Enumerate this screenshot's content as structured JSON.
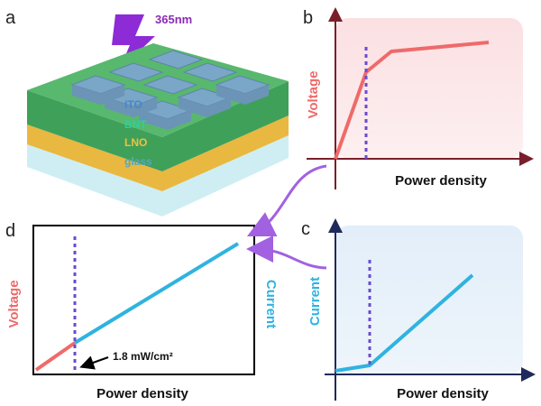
{
  "panel_a": {
    "label": "a",
    "wavelength": "365nm",
    "layers": [
      "ITO",
      "BNT",
      "LNO",
      "glass"
    ],
    "colors": {
      "lightning": "#8d2bd6",
      "wavelength_text": "#8b2bb6",
      "ito": "#6f9cc6",
      "bnt": "#3dd6a0",
      "lno": "#f0c040",
      "glass": "#bfe6ec"
    }
  },
  "panel_b": {
    "label": "b",
    "ylabel": "Voltage",
    "xlabel": "Power density",
    "colors": {
      "axis": "#7a1f2a",
      "bg": "#fbe0e2",
      "curve": "#ef6a6a",
      "marker": "#6a4bd0",
      "ylabel": "#ef6a6a"
    }
  },
  "panel_c": {
    "label": "c",
    "ylabel": "Current",
    "xlabel": "Power density",
    "colors": {
      "axis": "#1f2a5a",
      "bg": "#e2eef9",
      "curve": "#2fb3e0",
      "marker": "#6a4bd0",
      "ylabel": "#2fb3e0"
    }
  },
  "panel_d": {
    "label": "d",
    "ylabel_left": "Voltage",
    "ylabel_right": "Current",
    "xlabel": "Power density",
    "annotation": "1.8 mW/cm²",
    "colors": {
      "voltage": "#ef6a6a",
      "current": "#2fb3e0",
      "marker": "#6a4bd0",
      "frame": "#000000"
    }
  },
  "arrows": {
    "color": "#a261e0"
  }
}
